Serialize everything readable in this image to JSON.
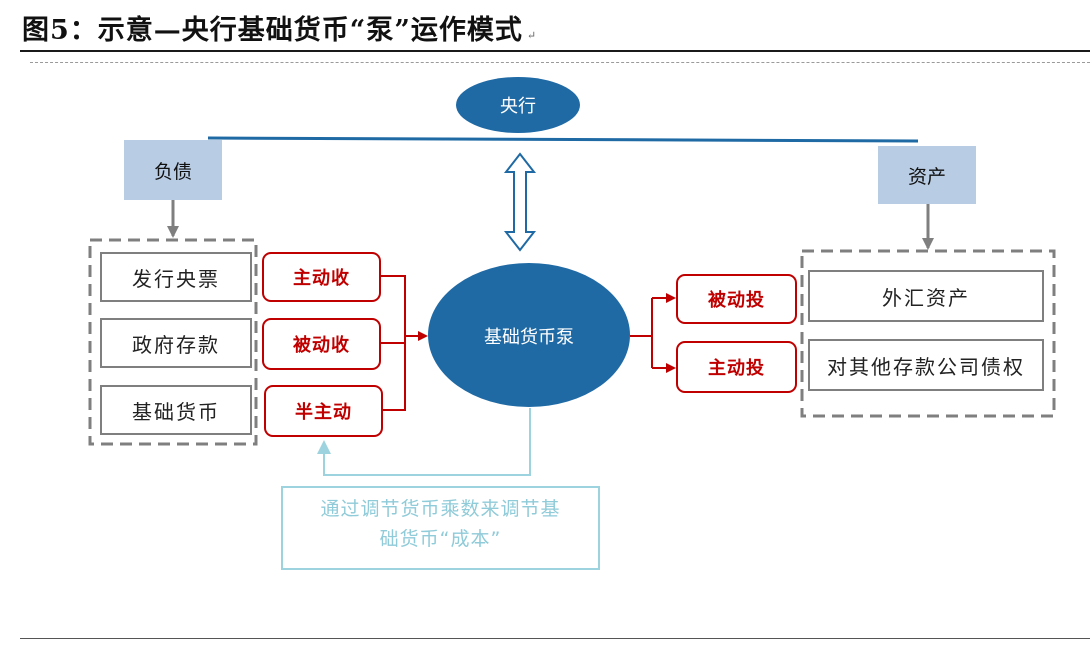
{
  "title": "图5：示意—央行基础货币“泵”运作模式",
  "title_mark": "↵",
  "central_bank": "央行",
  "liabilities_header": "负债",
  "assets_header": "资产",
  "pump": "基础货币泵",
  "liabilities": [
    "发行央票",
    "政府存款",
    "基础货币"
  ],
  "liability_actions": [
    "主动收",
    "被动收",
    "半主动"
  ],
  "asset_actions": [
    "被动投",
    "主动投"
  ],
  "assets": [
    "外汇资产",
    "对其他存款公司债权"
  ],
  "note_line1": "通过调节货币乘数来调节基",
  "note_line2": "础货币“成本”",
  "colors": {
    "oval": "#1f6aa5",
    "header_fill": "#b8cce4",
    "action_red": "#c00000",
    "note_cyan": "#9dd3de",
    "line_blue": "#1f6aa5",
    "dash_gray": "#7f7f7f"
  }
}
